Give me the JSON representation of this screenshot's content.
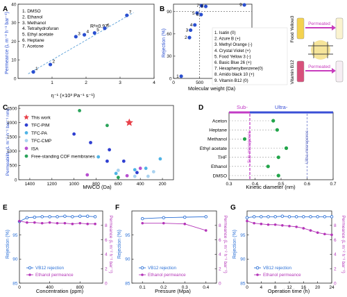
{
  "panels": {
    "A": {
      "letter": "A",
      "ylabel": "Permeance (L m⁻² h⁻¹ bar⁻¹)",
      "xlabel": "η⁻¹ (×10³ Pa⁻¹ s⁻¹)",
      "annotation": "R²=0.97",
      "legend": [
        "1. DMSO",
        "2. Ethanol",
        "3. Methanol",
        "4. Tetrahydrofuran",
        "5. Ethyl acetate",
        "6. Heptane",
        "7. Acetone"
      ],
      "xticks": [
        "1",
        "2",
        "3",
        "4"
      ],
      "yticks": [
        "0",
        "10",
        "20",
        "30",
        "40"
      ]
    },
    "B": {
      "letter": "B",
      "ylabel": "Rejection (%)",
      "xlabel": "Molecular weight (Da)",
      "legend": [
        "1. Isatin (0)",
        "2. Azure B (+)",
        "3. Methyl Orange (-)",
        "4. Crystal Violet (+)",
        "5. Food Yellow 3 (-)",
        "6. Basic Blue 26 (+)",
        "7. Hexaphenylbenzene(0)",
        "8. Amido black 10 (+)",
        "9. Vitamin B12 (0)"
      ],
      "xticks": [
        "0",
        "500",
        "1000",
        "1500"
      ],
      "yticks": [
        "0",
        "30",
        "60",
        "90"
      ],
      "side_labels": {
        "top_dye": "Food Yellow3",
        "bottom_dye": "Vitamin B12",
        "arrow_top": "Permeated",
        "arrow_bottom": "Permeated"
      },
      "colors": {
        "food_yellow": "#e9c33a",
        "vb12": "#d4426e",
        "arrow": "#c83bbd"
      }
    },
    "C": {
      "letter": "C",
      "ylabel": "Permeability (L m⁻² h⁻¹ bar⁻¹ nm)",
      "xlabel": "MWCO (Da)",
      "xticks": [
        "1400",
        "1200",
        "1000",
        "800",
        "600",
        "400",
        "200"
      ],
      "yticks": [
        "0",
        "500",
        "1000",
        "1500",
        "2000",
        "2500"
      ],
      "legend": [
        {
          "label": "This work",
          "color": "#e8414a",
          "shape": "star"
        },
        {
          "label": "TFC-PIM",
          "color": "#2f3fd1",
          "shape": "dot"
        },
        {
          "label": "TFC-PA",
          "color": "#4fb3e6",
          "shape": "dot"
        },
        {
          "label": "TFC-CMP",
          "color": "#a9d2f0",
          "shape": "dot"
        },
        {
          "label": "ISA",
          "color": "#b84fd0",
          "shape": "dot"
        },
        {
          "label": "Free-standing COF membranes",
          "color": "#2aa35a",
          "shape": "dot"
        }
      ]
    },
    "D": {
      "letter": "D",
      "xlabel": "Kinetic diameter (nm)",
      "xticks": [
        "0.3",
        "0.4",
        "0.5",
        "0.6",
        "0.7"
      ],
      "band_sub": "Sub-",
      "band_ultra": "Ultra-",
      "sub_label": "Sub-micropores",
      "ultra_label": "Ultra-micropores",
      "solvents": [
        "Aceton",
        "Heptane",
        "Methanol",
        "Ethyl acetate",
        "THF",
        "Ethanol",
        "DMSO"
      ],
      "colors": {
        "sub": "#c23bc6",
        "ultra": "#3a4fd6",
        "dot": "#22a54a"
      }
    },
    "E": {
      "letter": "E",
      "ylabel_left": "Rejection (%)",
      "ylabel_right": "Permeance (L m⁻² h⁻¹ bar⁻¹)",
      "xlabel": "Concentration (ppm)",
      "xticks": [
        "0",
        "400",
        "800"
      ],
      "legend": [
        "VB12 rejection",
        "Ethanol permeance"
      ]
    },
    "F": {
      "letter": "F",
      "ylabel_left": "Rejection (%)",
      "ylabel_right": "Permeance (L m⁻² h⁻¹ bar⁻¹)",
      "xlabel": "Pressure (Mpa)",
      "xticks": [
        "0.1",
        "0.2",
        "0.3",
        "0.4"
      ],
      "legend": [
        "VB12 rejection",
        "Ethanol permeance"
      ]
    },
    "G": {
      "letter": "G",
      "ylabel_left": "Rejection (%)",
      "ylabel_right": "Permeance (L m⁻² h⁻¹ bar⁻¹)",
      "xlabel": "Operation time (h)",
      "xticks": [
        "0",
        "4",
        "8",
        "12",
        "16",
        "20",
        "24"
      ],
      "legend": [
        "VB12 rejection",
        "Ethanol permeance"
      ]
    },
    "shared": {
      "left_yticks": [
        "85",
        "90",
        "95"
      ],
      "right_yticks": [
        "0",
        "2",
        "4",
        "6",
        "8"
      ],
      "colors": {
        "rejection": "#2a6fd6",
        "permeance": "#b435b8"
      }
    }
  },
  "chart_data": [
    {
      "type": "scatter",
      "title": "",
      "xlabel": "η⁻¹ (×10³ Pa⁻¹ s⁻¹)",
      "ylabel": "Permeance (L m⁻² h⁻¹ bar⁻¹)",
      "xlim": [
        0,
        4
      ],
      "ylim": [
        0,
        40
      ],
      "points": [
        {
          "label": "1",
          "x": 0.45,
          "y": 3.5
        },
        {
          "label": "2",
          "x": 0.95,
          "y": 7.5
        },
        {
          "label": "3",
          "x": 1.7,
          "y": 22.5
        },
        {
          "label": "4",
          "x": 1.95,
          "y": 23.5
        },
        {
          "label": "5",
          "x": 2.25,
          "y": 24.5
        },
        {
          "label": "6",
          "x": 2.55,
          "y": 27.0
        },
        {
          "label": "7",
          "x": 3.2,
          "y": 34.0
        }
      ],
      "fit": {
        "x": [
          0.3,
          3.4
        ],
        "y": [
          2.5,
          35.5
        ]
      }
    },
    {
      "type": "scatter",
      "title": "",
      "xlabel": "Molecular weight (Da)",
      "ylabel": "Rejection (%)",
      "xlim": [
        0,
        1500
      ],
      "ylim": [
        0,
        100
      ],
      "points": [
        {
          "label": "1",
          "x": 147,
          "y": 3
        },
        {
          "label": "2",
          "x": 305,
          "y": 55
        },
        {
          "label": "3",
          "x": 327,
          "y": 65
        },
        {
          "label": "4",
          "x": 408,
          "y": 72
        },
        {
          "label": "5",
          "x": 452,
          "y": 88
        },
        {
          "label": "6",
          "x": 528,
          "y": 86
        },
        {
          "label": "7",
          "x": 535,
          "y": 98
        },
        {
          "label": "8",
          "x": 617,
          "y": 97
        },
        {
          "label": "9",
          "x": 1355,
          "y": 99
        }
      ],
      "threshold_x": 500,
      "threshold_y": 90
    },
    {
      "type": "scatter",
      "title": "",
      "xlabel": "MWCO (Da)",
      "ylabel": "Permeability (L m⁻² h⁻¹ bar⁻¹ nm)",
      "xlim": [
        1500,
        100
      ],
      "ylim": [
        0,
        2600
      ],
      "series": [
        {
          "name": "This work",
          "points": [
            [
              500,
              2000
            ]
          ]
        },
        {
          "name": "TFC-PIM",
          "points": [
            [
              1000,
              1600
            ],
            [
              850,
              1300
            ],
            [
              700,
              650
            ],
            [
              680,
              1050
            ],
            [
              550,
              650
            ],
            [
              430,
              250
            ]
          ]
        },
        {
          "name": "TFC-PA",
          "points": [
            [
              780,
              800
            ],
            [
              450,
              350
            ],
            [
              350,
              400
            ],
            [
              220,
              730
            ],
            [
              620,
              220
            ]
          ]
        },
        {
          "name": "TFC-CMP",
          "points": [
            [
              600,
              330
            ],
            [
              450,
              120
            ],
            [
              330,
              120
            ],
            [
              280,
              280
            ]
          ]
        },
        {
          "name": "ISA",
          "points": [
            [
              520,
              140
            ],
            [
              400,
              400
            ],
            [
              880,
              170
            ]
          ]
        },
        {
          "name": "Free-standing COF membranes",
          "points": [
            [
              950,
              2420
            ],
            [
              700,
              1900
            ],
            [
              600,
              80
            ]
          ]
        }
      ]
    },
    {
      "type": "scatter",
      "title": "",
      "xlabel": "Kinetic diameter (nm)",
      "ylabel": "",
      "xlim": [
        0.3,
        0.7
      ],
      "categories": [
        "Aceton",
        "Heptane",
        "Methanol",
        "Ethyl acetate",
        "THF",
        "Ethanol",
        "DMSO"
      ],
      "values": [
        0.47,
        0.485,
        0.36,
        0.52,
        0.49,
        0.45,
        0.49
      ],
      "reference_lines": [
        0.38,
        0.6
      ]
    },
    {
      "type": "line",
      "title": "",
      "xlabel": "Concentration (ppm)",
      "xlim": [
        0,
        1100
      ],
      "x": [
        0,
        100,
        200,
        300,
        400,
        500,
        600,
        700,
        800,
        900,
        1000
      ],
      "series": [
        {
          "name": "VB12 rejection",
          "axis": "left",
          "ylim": [
            85,
            100
          ],
          "values": [
            97.8,
            98.6,
            98.7,
            98.8,
            98.8,
            98.8,
            98.9,
            98.8,
            98.9,
            98.9,
            98.8
          ]
        },
        {
          "name": "Ethanol permeance",
          "axis": "right",
          "ylim": [
            0,
            10
          ],
          "values": [
            8.6,
            8.4,
            8.4,
            8.3,
            8.4,
            8.3,
            8.3,
            8.2,
            8.3,
            8.2,
            8.2
          ]
        }
      ]
    },
    {
      "type": "line",
      "title": "",
      "xlabel": "Pressure (Mpa)",
      "xlim": [
        0.05,
        0.45
      ],
      "x": [
        0.1,
        0.2,
        0.3,
        0.4
      ],
      "series": [
        {
          "name": "VB12 rejection",
          "axis": "left",
          "ylim": [
            85,
            100
          ],
          "values": [
            98.4,
            98.6,
            98.7,
            98.8
          ]
        },
        {
          "name": "Ethanol permeance",
          "axis": "right",
          "ylim": [
            0,
            10
          ],
          "values": [
            8.3,
            8.3,
            8.2,
            7.3
          ]
        }
      ]
    },
    {
      "type": "line",
      "title": "",
      "xlabel": "Operation time (h)",
      "xlim": [
        0,
        24
      ],
      "x": [
        0,
        2,
        4,
        6,
        8,
        10,
        12,
        14,
        16,
        18,
        20,
        22,
        24
      ],
      "series": [
        {
          "name": "VB12 rejection",
          "axis": "left",
          "ylim": [
            85,
            100
          ],
          "values": [
            98.6,
            98.8,
            98.8,
            98.8,
            98.8,
            98.9,
            98.8,
            98.8,
            98.8,
            98.8,
            98.8,
            98.8,
            98.8
          ]
        },
        {
          "name": "Ethanol permeance",
          "axis": "right",
          "ylim": [
            0,
            10
          ],
          "values": [
            8.6,
            8.3,
            8.2,
            8.1,
            8.1,
            8.0,
            7.9,
            7.8,
            7.6,
            7.3,
            7.0,
            6.8,
            6.7
          ]
        }
      ]
    }
  ]
}
